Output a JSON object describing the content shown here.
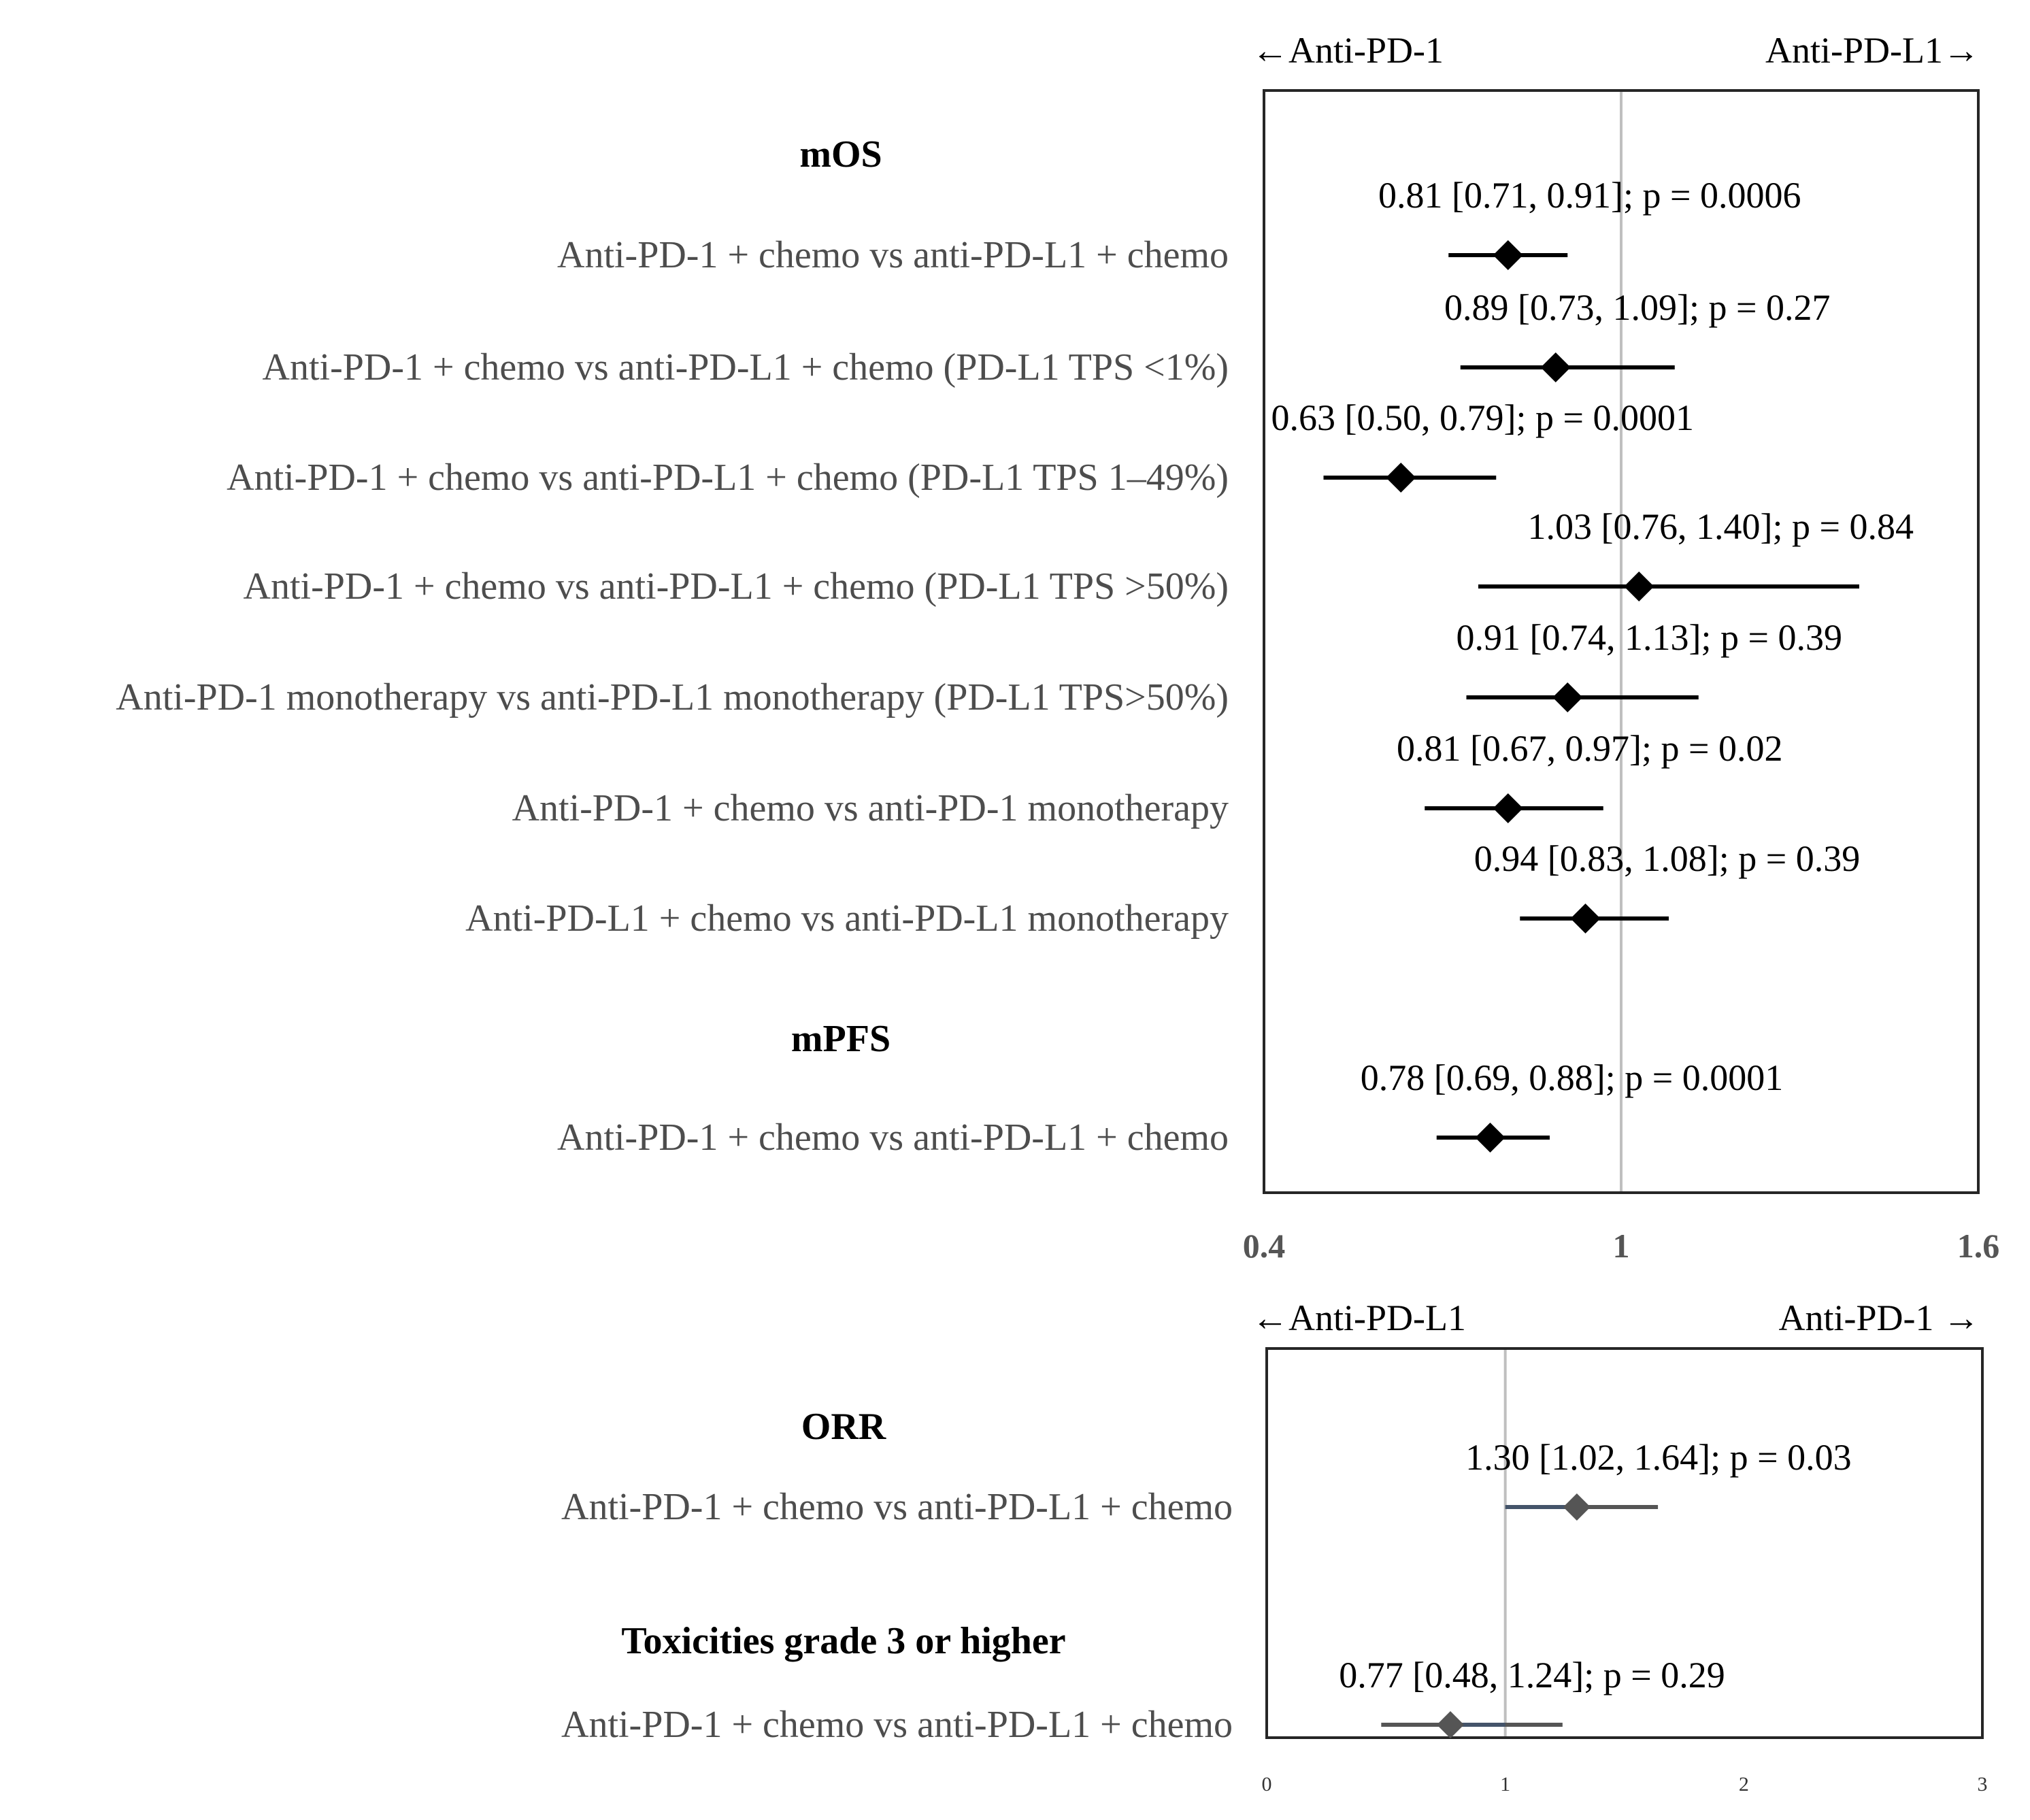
{
  "colors": {
    "point_dark": "#000000",
    "point_grey": "#555555",
    "ci_blue": "#44546a",
    "reference_line": "#bfbfbf",
    "frame": "#262626"
  },
  "chart_data": [
    {
      "type": "forest",
      "direction_left": "←Anti-PD-1",
      "direction_right": "Anti-PD-L1→",
      "xlim": [
        0.4,
        1.6
      ],
      "reference_value": 1,
      "tick_labels": [
        "0.4",
        "1",
        "1.6"
      ],
      "grid": false,
      "sections": [
        {
          "heading": "mOS",
          "rows": [
            {
              "label": "Anti-PD-1 + chemo vs anti-PD-L1 + chemo",
              "estimate": 0.81,
              "lower": 0.71,
              "upper": 0.91,
              "p": "0.0006",
              "text": "0.81 [0.71, 0.91]; p = 0.0006"
            },
            {
              "label": "Anti-PD-1 + chemo vs anti-PD-L1 + chemo (PD-L1 TPS <1%)",
              "estimate": 0.89,
              "lower": 0.73,
              "upper": 1.09,
              "p": "0.27",
              "text": "0.89 [0.73, 1.09]; p = 0.27"
            },
            {
              "label": "Anti-PD-1 + chemo vs anti-PD-L1 + chemo (PD-L1 TPS 1–49%)",
              "estimate": 0.63,
              "lower": 0.5,
              "upper": 0.79,
              "p": "0.0001",
              "text": "0.63 [0.50, 0.79]; p = 0.0001"
            },
            {
              "label": "Anti-PD-1 + chemo vs anti-PD-L1 + chemo (PD-L1 TPS >50%)",
              "estimate": 1.03,
              "lower": 0.76,
              "upper": 1.4,
              "p": "0.84",
              "text": "1.03 [0.76, 1.40]; p = 0.84"
            },
            {
              "label": "Anti-PD-1 monotherapy vs anti-PD-L1 monotherapy (PD-L1 TPS>50%)",
              "estimate": 0.91,
              "lower": 0.74,
              "upper": 1.13,
              "p": "0.39",
              "text": "0.91 [0.74, 1.13]; p = 0.39"
            },
            {
              "label": "Anti-PD-1 + chemo vs anti-PD-1 monotherapy",
              "estimate": 0.81,
              "lower": 0.67,
              "upper": 0.97,
              "p": "0.02",
              "text": "0.81 [0.67, 0.97]; p = 0.02"
            },
            {
              "label": "Anti-PD-L1 + chemo vs anti-PD-L1 monotherapy",
              "estimate": 0.94,
              "lower": 0.83,
              "upper": 1.08,
              "p": "0.39",
              "text": "0.94 [0.83, 1.08]; p = 0.39"
            }
          ]
        },
        {
          "heading": "mPFS",
          "rows": [
            {
              "label": "Anti-PD-1 + chemo vs anti-PD-L1 + chemo",
              "estimate": 0.78,
              "lower": 0.69,
              "upper": 0.88,
              "p": "0.0001",
              "text": "0.78 [0.69, 0.88]; p = 0.0001"
            }
          ]
        }
      ]
    },
    {
      "type": "forest",
      "direction_left": "←Anti-PD-L1",
      "direction_right": "Anti-PD-1  →",
      "xlim": [
        0,
        3
      ],
      "reference_value": 1,
      "tick_labels": [
        "0",
        "1",
        "2",
        "3"
      ],
      "grid": false,
      "sections": [
        {
          "heading": "ORR",
          "rows": [
            {
              "label": "Anti-PD-1 + chemo vs anti-PD-L1 + chemo",
              "estimate": 1.3,
              "lower": 1.02,
              "upper": 1.64,
              "p": "0.03",
              "text": "1.30 [1.02, 1.64]; p = 0.03"
            }
          ]
        },
        {
          "heading": "Toxicities grade 3 or higher",
          "rows": [
            {
              "label": "Anti-PD-1 + chemo vs anti-PD-L1 + chemo",
              "estimate": 0.77,
              "lower": 0.48,
              "upper": 1.24,
              "p": "0.29",
              "text": "0.77 [0.48, 1.24]; p = 0.29"
            }
          ]
        }
      ]
    }
  ]
}
